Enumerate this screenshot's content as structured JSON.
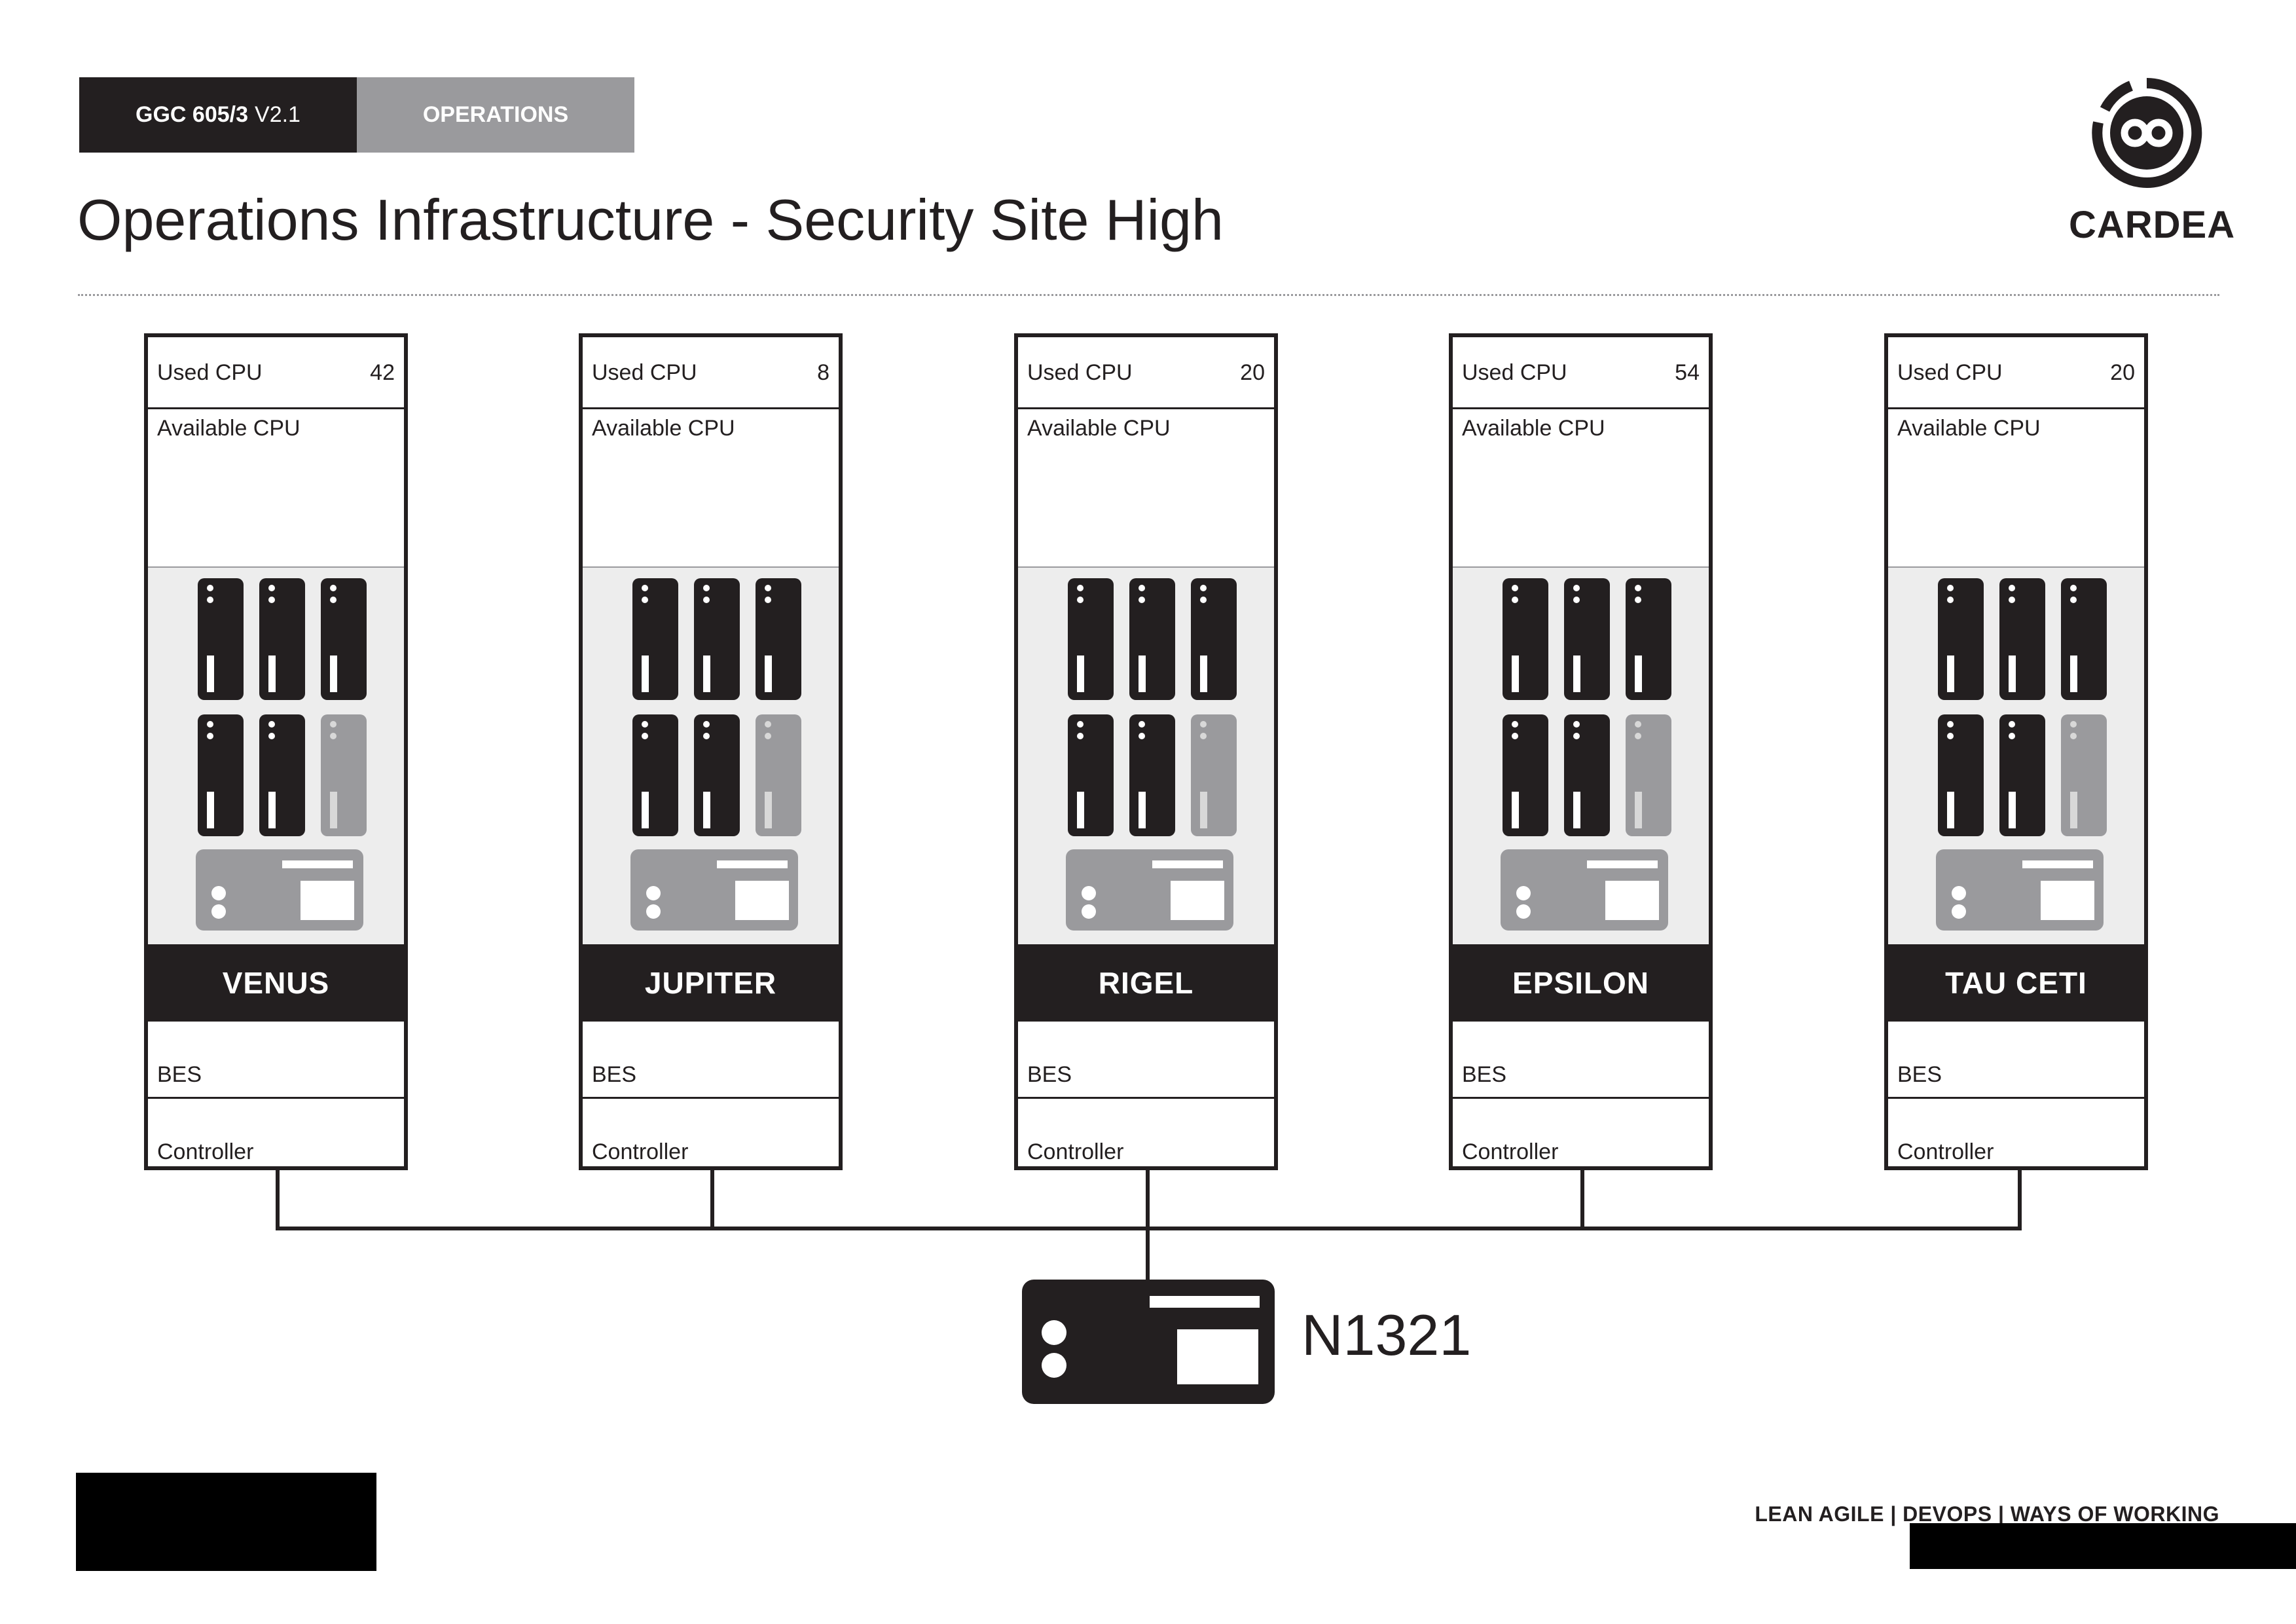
{
  "header": {
    "doc_code": "GGC 605/3",
    "doc_version": "V2.1",
    "section": "OPERATIONS",
    "title": "Operations Infrastructure - Security Site High",
    "logo_text": "CARDEA"
  },
  "labels": {
    "used_cpu": "Used CPU",
    "available_cpu": "Available CPU",
    "bes": "BES",
    "controller": "Controller"
  },
  "racks": [
    {
      "name": "VENUS",
      "used_cpu": "42",
      "active_blades": 5,
      "total_blades": 6
    },
    {
      "name": "JUPITER",
      "used_cpu": "8",
      "active_blades": 5,
      "total_blades": 6
    },
    {
      "name": "RIGEL",
      "used_cpu": "20",
      "active_blades": 5,
      "total_blades": 6
    },
    {
      "name": "EPSILON",
      "used_cpu": "54",
      "active_blades": 5,
      "total_blades": 6
    },
    {
      "name": "TAU CETI",
      "used_cpu": "20",
      "active_blades": 5,
      "total_blades": 6
    }
  ],
  "hub": {
    "name": "N1321"
  },
  "footer": {
    "tagline": "LEAN AGILE | DEVOPS | WAYS OF WORKING"
  },
  "colors": {
    "dark": "#231f20",
    "grey": "#9a9a9d",
    "light": "#ededed"
  },
  "icons": {
    "logo": "infinity-ring-icon",
    "blade": "server-blade-icon",
    "switch": "network-switch-icon"
  }
}
